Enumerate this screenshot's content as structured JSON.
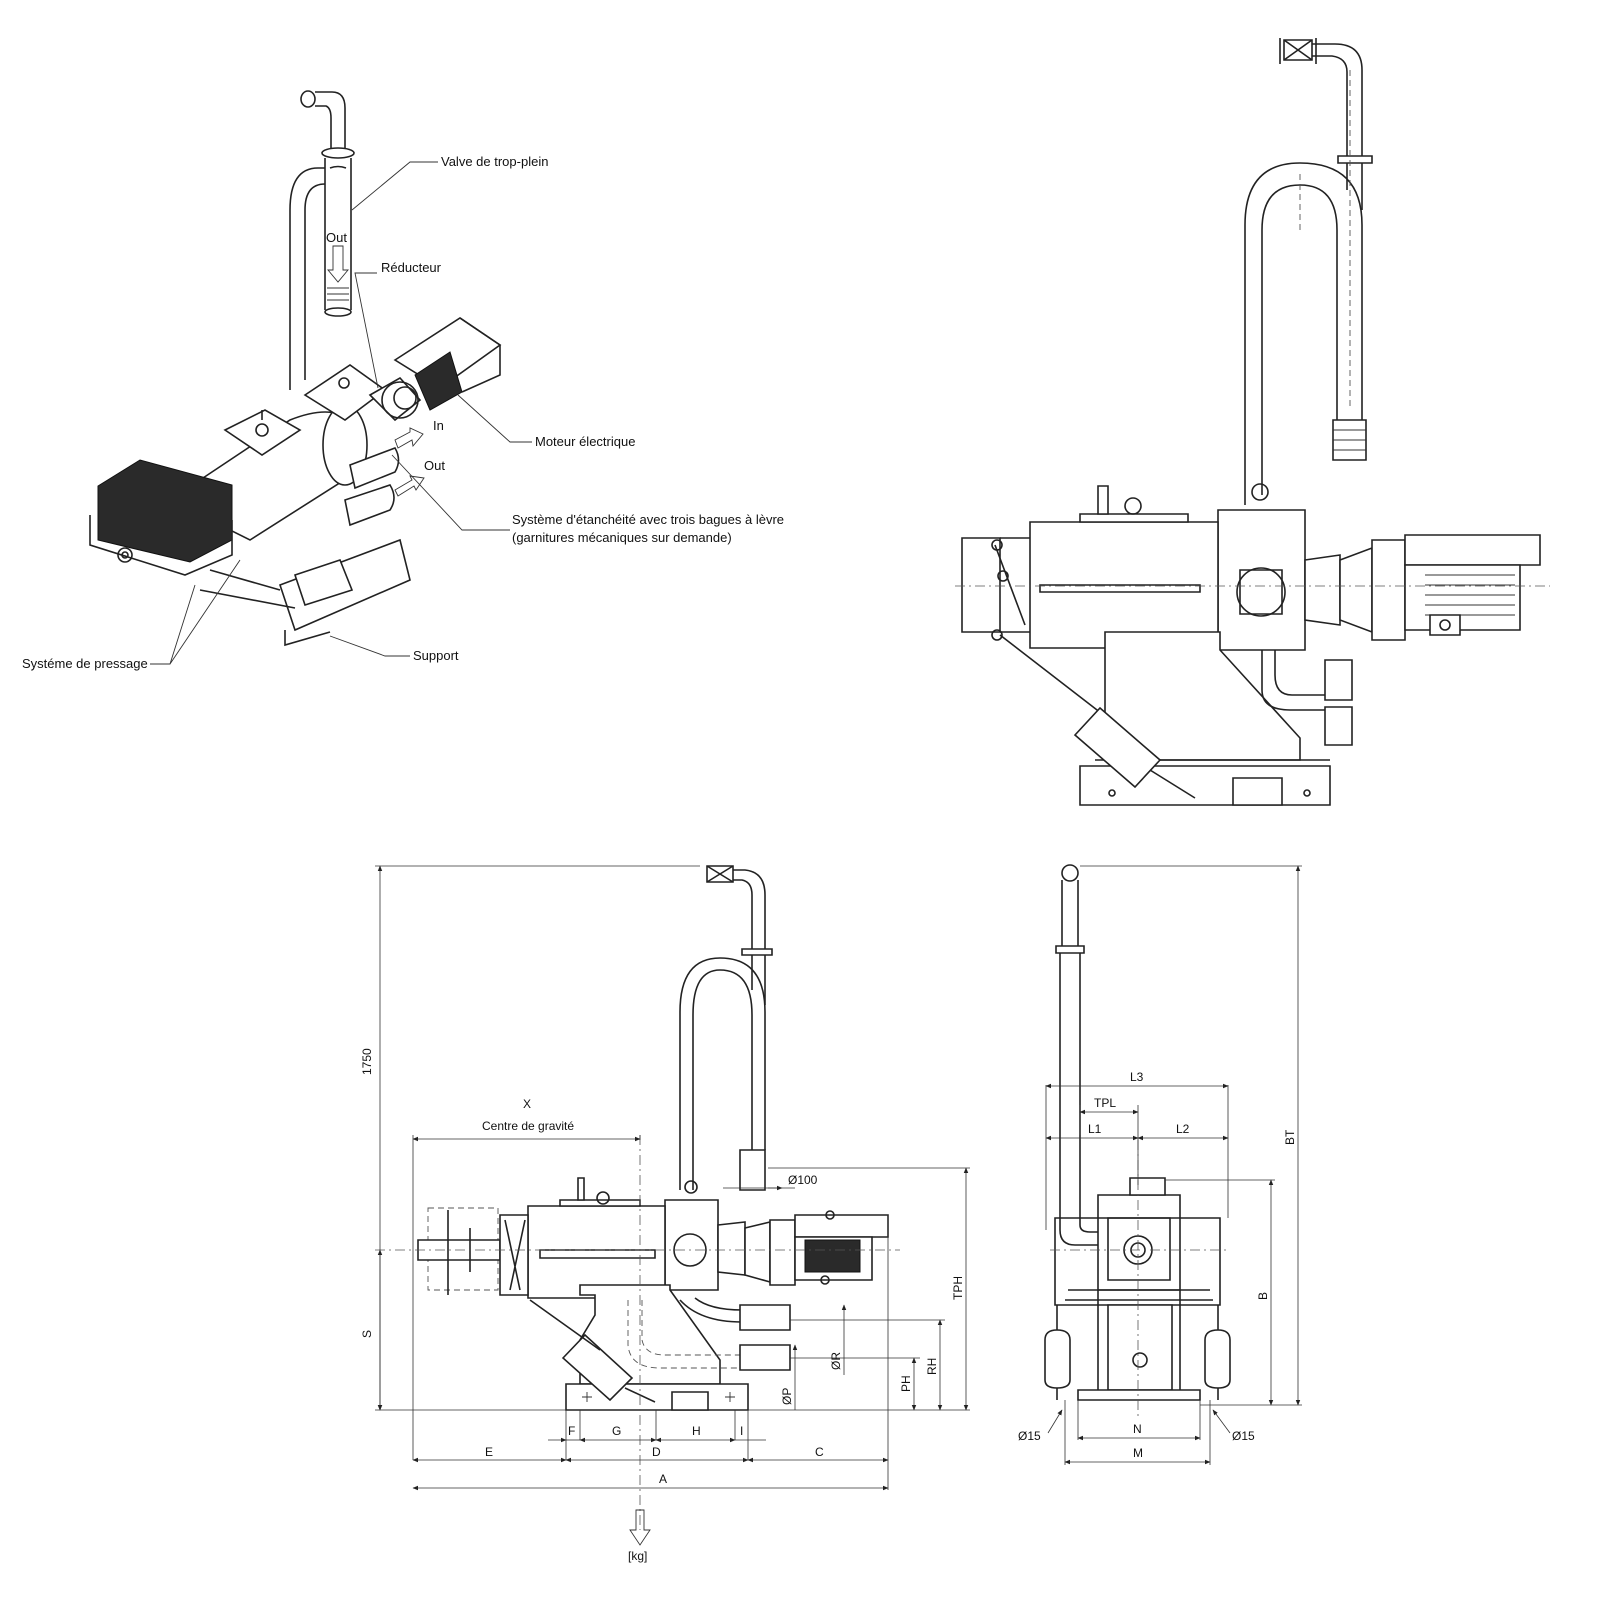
{
  "labels": {
    "valve": "Valve de trop-plein",
    "out_top": "Out",
    "reducer": "Réducteur",
    "in": "In",
    "out_side": "Out",
    "motor": "Moteur électrique",
    "seal_line1": "Système d'étanchéité avec trois bagues à lèvre",
    "seal_line2": "(garnitures mécaniques sur demande)",
    "press": "Systéme de pressage",
    "support": "Support"
  },
  "dimensions": {
    "height_1750": "1750",
    "x": "X",
    "cog": "Centre de gravité",
    "d100": "Ø100",
    "tph": "TPH",
    "s": "S",
    "rh": "RH",
    "ph": "PH",
    "r": "ØR",
    "p": "ØP",
    "f": "F",
    "g": "G",
    "h": "H",
    "i": "I",
    "e": "E",
    "d": "D",
    "c": "C",
    "a": "A",
    "kg": "[kg]",
    "l3": "L3",
    "tpl": "TPL",
    "l1": "L1",
    "l2": "L2",
    "bt": "BT",
    "b": "B",
    "n": "N",
    "m": "M",
    "d15_left": "Ø15",
    "d15_right": "Ø15"
  }
}
